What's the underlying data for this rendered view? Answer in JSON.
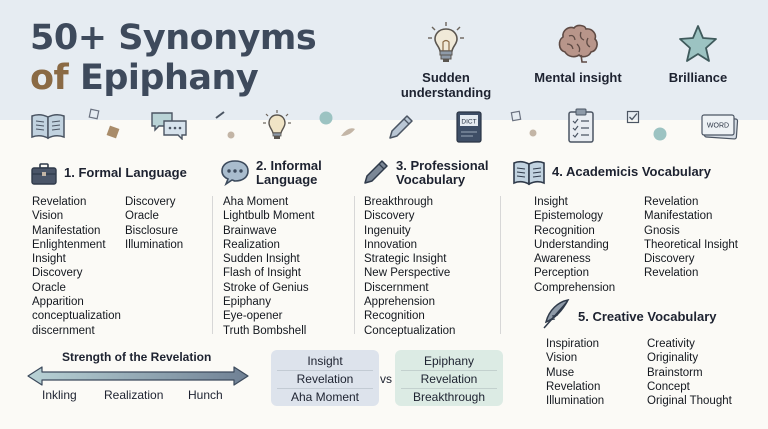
{
  "title": {
    "line1": "50+ Synonyms",
    "line2_prefix": "of",
    "line2_main": " Epiphany"
  },
  "hero": [
    {
      "label": "Sudden understanding",
      "icon": "lightbulb-icon"
    },
    {
      "label": "Mental insight",
      "icon": "brain-icon"
    },
    {
      "label": "Brilliance",
      "icon": "star-icon"
    }
  ],
  "deco": {
    "dict_label": "DICT",
    "word_label": "WORD"
  },
  "formal": {
    "heading": "1. Formal Language",
    "col1": [
      "Revelation",
      "Vision",
      "Manifestation",
      "Enlightenment",
      "Insight",
      "Discovery",
      "Oracle",
      "Apparition",
      "conceptualization",
      "discernment"
    ],
    "col2": [
      "Discovery",
      "Oracle",
      "Bisclosure",
      "Illumination"
    ]
  },
  "informal": {
    "heading_line1": "2. Informal",
    "heading_line2": "Language",
    "items": [
      "Aha Moment",
      "Lightbulb Moment",
      "Brainwave",
      "Realization",
      "Sudden Insight",
      "Flash of Insight",
      "Stroke of Genius",
      "Epiphany",
      "Eye-opener",
      "Truth Bombshell"
    ]
  },
  "professional": {
    "heading_line1": "3. Professional",
    "heading_line2": "Vocabulary",
    "items": [
      "Breakthrough",
      "Discovery",
      "Ingenuity",
      "Innovation",
      "Strategic Insight",
      "New Perspective",
      "Discernment",
      "Apprehension",
      "Recognition",
      "Conceptualization"
    ]
  },
  "academic": {
    "heading": "4. Academicis Vocabulary",
    "col1": [
      "Insight",
      "Epistemology",
      "Recognition",
      "Understanding",
      "Awareness",
      "Perception",
      "Comprehension"
    ],
    "col2": [
      "Revelation",
      "Manifestation",
      "Gnosis",
      "Theoretical Insight",
      "Discovery",
      "Revelation"
    ]
  },
  "creative": {
    "heading": "5. Creative Vocabulary",
    "col1": [
      "Inspiration",
      "Vision",
      "Muse",
      "Revelation",
      "Illumination"
    ],
    "col2": [
      "Creativity",
      "Originality",
      "Brainstorm",
      "Concept",
      "Original Thought"
    ]
  },
  "strength": {
    "title": "Strength of the Revelation",
    "labels": [
      "Inkling",
      "Realization",
      "Hunch"
    ]
  },
  "comparison": {
    "left": [
      "Insight",
      "Revelation",
      "Aha Moment"
    ],
    "vs": "vs",
    "right": [
      "Epiphany",
      "Revelation",
      "Breakthrough"
    ]
  },
  "colors": {
    "title": "#3e4a5c",
    "accent": "#8a6a45",
    "band": "#e6ecf2",
    "left_box": "#dde3ec",
    "right_box": "#dcebe4",
    "arrow_left": "#b9d3d6",
    "arrow_right": "#6f8094"
  }
}
